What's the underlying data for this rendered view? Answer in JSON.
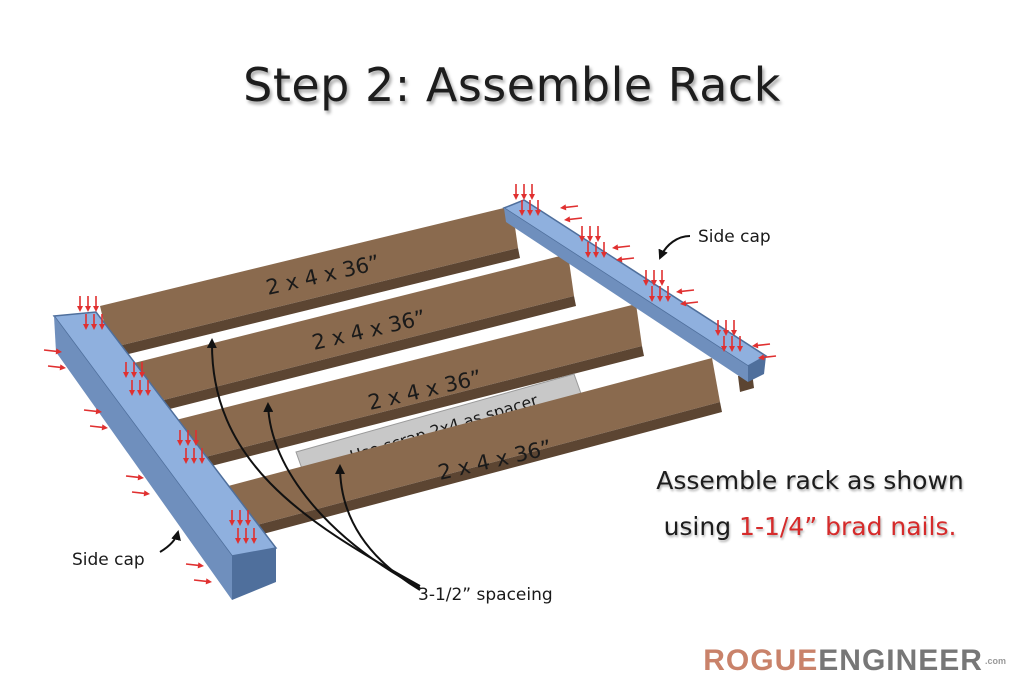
{
  "title": "Step 2: Assemble Rack",
  "boards": [
    {
      "label": "2 x 4 x 36”"
    },
    {
      "label": "2 x 4 x 36”"
    },
    {
      "label": "2 x 4 x 36”"
    },
    {
      "label": "2 x 4 x 36”"
    }
  ],
  "spacer_label": "Use scrap 2x4 as spacer",
  "side_cap_left": "Side cap",
  "side_cap_right": "Side cap",
  "spacing_label": "3-1/2” spaceing",
  "note": {
    "line1": "Assemble rack as shown",
    "line2_prefix": "using ",
    "line2_highlight": "1-1/4” brad nails."
  },
  "brand": {
    "part1": "ROGUE",
    "part2": "ENGINEER",
    "suffix": ".com"
  },
  "colors": {
    "board": "#8a6a4e",
    "board_side": "#5c4532",
    "cap": "#8fb0de",
    "cap_side": "#4f6f9c",
    "spacer": "#c8c8c8",
    "nail": "#e03030",
    "highlight": "#d62b2b"
  }
}
